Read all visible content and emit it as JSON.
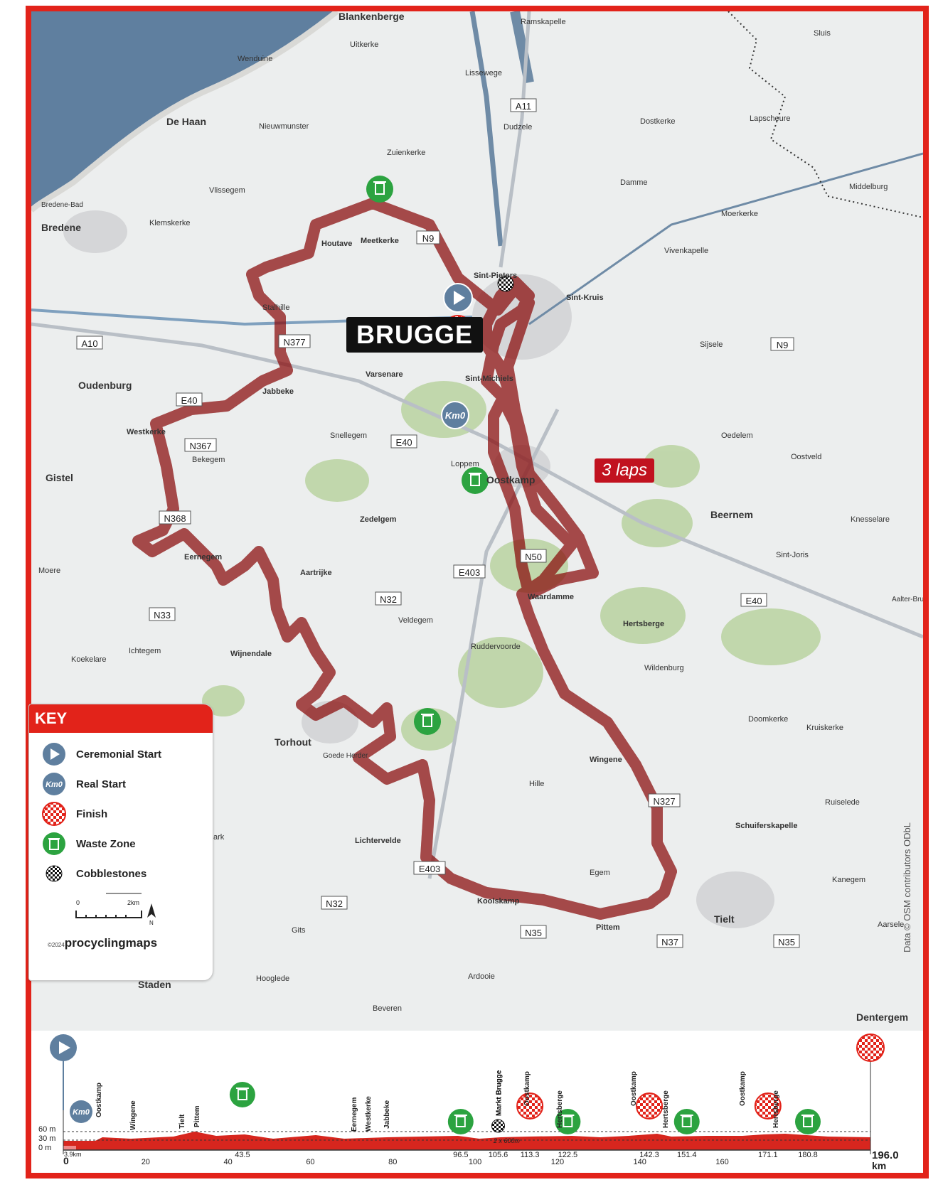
{
  "map": {
    "title": "BRUGGE",
    "laps_label": "3 laps",
    "credit": "Data © OSM contributors ODbL",
    "places": [
      {
        "id": "blankenberge",
        "label": "Blankenberge"
      },
      {
        "id": "ramskapelle",
        "label": "Ramskapelle"
      },
      {
        "id": "uitkerke",
        "label": "Uitkerke"
      },
      {
        "id": "sluis",
        "label": "Sluis"
      },
      {
        "id": "wenduine",
        "label": "Wenduine"
      },
      {
        "id": "lissewege",
        "label": "Lissewege"
      },
      {
        "id": "dehaan",
        "label": "De Haan"
      },
      {
        "id": "nieuwmunster",
        "label": "Nieuwmunster"
      },
      {
        "id": "dudzele",
        "label": "Dudzele"
      },
      {
        "id": "dostkerke",
        "label": "Dostkerke"
      },
      {
        "id": "lapscheure",
        "label": "Lapscheure"
      },
      {
        "id": "zuienkerke",
        "label": "Zuienkerke"
      },
      {
        "id": "damme",
        "label": "Damme"
      },
      {
        "id": "vlissegem",
        "label": "Vlissegem"
      },
      {
        "id": "middelburg",
        "label": "Middelburg"
      },
      {
        "id": "bredenebad",
        "label": "Bredene-Bad"
      },
      {
        "id": "bredene",
        "label": "Bredene"
      },
      {
        "id": "klemskerke",
        "label": "Klemskerke"
      },
      {
        "id": "moerkerke",
        "label": "Moerkerke"
      },
      {
        "id": "houtave",
        "label": "Houtave"
      },
      {
        "id": "meetkerke",
        "label": "Meetkerke"
      },
      {
        "id": "vivenkapelle",
        "label": "Vivenkapelle"
      },
      {
        "id": "sintpieters",
        "label": "Sint-Pieters"
      },
      {
        "id": "sintkruis",
        "label": "Sint-Kruis"
      },
      {
        "id": "stalhille",
        "label": "Stalhille"
      },
      {
        "id": "sijsele",
        "label": "Sijsele"
      },
      {
        "id": "varsenare",
        "label": "Varsenare"
      },
      {
        "id": "sintmichiels",
        "label": "Sint-Michiels"
      },
      {
        "id": "oudenburg",
        "label": "Oudenburg"
      },
      {
        "id": "jabbeke",
        "label": "Jabbeke"
      },
      {
        "id": "westkerke",
        "label": "Westkerke"
      },
      {
        "id": "snellegem",
        "label": "Snellegem"
      },
      {
        "id": "oedelem",
        "label": "Oedelem"
      },
      {
        "id": "bekegem",
        "label": "Bekegem"
      },
      {
        "id": "loppem",
        "label": "Loppem"
      },
      {
        "id": "oostveld",
        "label": "Oostveld"
      },
      {
        "id": "gistel",
        "label": "Gistel"
      },
      {
        "id": "oostkamp",
        "label": "Oostkamp"
      },
      {
        "id": "beernem",
        "label": "Beernem"
      },
      {
        "id": "knesselare",
        "label": "Knesselare"
      },
      {
        "id": "zedelgem",
        "label": "Zedelgem"
      },
      {
        "id": "moere",
        "label": "Moere"
      },
      {
        "id": "eernegem",
        "label": "Eernegem"
      },
      {
        "id": "aartrijke",
        "label": "Aartrijke"
      },
      {
        "id": "sintjoris",
        "label": "Sint-Joris"
      },
      {
        "id": "waardamme",
        "label": "Waardamme"
      },
      {
        "id": "aalterbrug",
        "label": "Aalter-Brug"
      },
      {
        "id": "veldegem",
        "label": "Veldegem"
      },
      {
        "id": "hertsberge",
        "label": "Hertsberge"
      },
      {
        "id": "ruddervoorde",
        "label": "Ruddervoorde"
      },
      {
        "id": "ichtegem",
        "label": "Ichtegem"
      },
      {
        "id": "wijnendale",
        "label": "Wijnendale"
      },
      {
        "id": "koekelare",
        "label": "Koekelare"
      },
      {
        "id": "wildenburg",
        "label": "Wildenburg"
      },
      {
        "id": "doomkerke",
        "label": "Doomkerke"
      },
      {
        "id": "kruiskerke",
        "label": "Kruiskerke"
      },
      {
        "id": "torhout",
        "label": "Torhout"
      },
      {
        "id": "goedeherder",
        "label": "Goede Herder"
      },
      {
        "id": "wingene",
        "label": "Wingene"
      },
      {
        "id": "hille",
        "label": "Hille"
      },
      {
        "id": "ruiselede",
        "label": "Ruiselede"
      },
      {
        "id": "lichtervelde",
        "label": "Lichtervelde"
      },
      {
        "id": "schuiferskapelle",
        "label": "Schuiferskapelle"
      },
      {
        "id": "egem",
        "label": "Egem"
      },
      {
        "id": "kanegem",
        "label": "Kanegem"
      },
      {
        "id": "koolskamp",
        "label": "Koolskamp"
      },
      {
        "id": "tielt",
        "label": "Tielt"
      },
      {
        "id": "aarsele",
        "label": "Aarsele"
      },
      {
        "id": "pittem",
        "label": "Pittem"
      },
      {
        "id": "gits",
        "label": "Gits"
      },
      {
        "id": "ardooie",
        "label": "Ardooie"
      },
      {
        "id": "staden",
        "label": "Staden"
      },
      {
        "id": "hooglede",
        "label": "Hooglede"
      },
      {
        "id": "beveren",
        "label": "Beveren"
      },
      {
        "id": "dentergem",
        "label": "Dentergem"
      },
      {
        "id": "ark",
        "label": "ark"
      }
    ],
    "roads": [
      {
        "id": "a11",
        "label": "A11"
      },
      {
        "id": "n9a",
        "label": "N9"
      },
      {
        "id": "n9b",
        "label": "N9"
      },
      {
        "id": "a10",
        "label": "A10"
      },
      {
        "id": "n377",
        "label": "N377"
      },
      {
        "id": "e40a",
        "label": "E40"
      },
      {
        "id": "e40b",
        "label": "E40"
      },
      {
        "id": "e40c",
        "label": "E40"
      },
      {
        "id": "n367",
        "label": "N367"
      },
      {
        "id": "n368",
        "label": "N368"
      },
      {
        "id": "n50",
        "label": "N50"
      },
      {
        "id": "e403a",
        "label": "E403"
      },
      {
        "id": "e403b",
        "label": "E403"
      },
      {
        "id": "n32a",
        "label": "N32"
      },
      {
        "id": "n32b",
        "label": "N32"
      },
      {
        "id": "n33",
        "label": "N33"
      },
      {
        "id": "n327",
        "label": "N327"
      },
      {
        "id": "n35a",
        "label": "N35"
      },
      {
        "id": "n35b",
        "label": "N35"
      },
      {
        "id": "n37",
        "label": "N37"
      }
    ]
  },
  "key": {
    "title": "KEY",
    "items": [
      {
        "id": "ceremonial-start",
        "label": "Ceremonial Start"
      },
      {
        "id": "real-start",
        "label": "Real Start",
        "icon_text": "Km0"
      },
      {
        "id": "finish",
        "label": "Finish"
      },
      {
        "id": "waste-zone",
        "label": "Waste Zone"
      },
      {
        "id": "cobblestones",
        "label": "Cobblestones"
      }
    ],
    "scale": {
      "zero": "0",
      "end": "2km",
      "north": "N"
    },
    "brand_year": "©2024",
    "brand": "procyclingmaps"
  },
  "profile": {
    "km0_label": "Km0",
    "neutral_label": "3.9km",
    "elevation_ticks": [
      "60 m",
      "30 m",
      "0 m"
    ],
    "km_axis": [
      "0",
      "20",
      "40",
      "60",
      "80",
      "100",
      "120",
      "140",
      "160"
    ],
    "total_distance": "196.0",
    "distance_unit": "km",
    "cobble_note": "2 x 600m",
    "markers": [
      {
        "type": "waste",
        "km": "43.5"
      },
      {
        "type": "waste",
        "km": "96.5"
      },
      {
        "type": "cobbles",
        "km": "105.6",
        "label": "Markt Brugge"
      },
      {
        "type": "finish",
        "km": "113.3"
      },
      {
        "type": "waste",
        "km": "122.5"
      },
      {
        "type": "finish",
        "km": "142.3"
      },
      {
        "type": "waste",
        "km": "151.4"
      },
      {
        "type": "finish",
        "km": "171.1"
      },
      {
        "type": "waste",
        "km": "180.8"
      }
    ],
    "place_labels": [
      "Oostkamp",
      "Wingene",
      "Tielt",
      "Pittem",
      "Eernegem",
      "Westkerke",
      "Jabbeke",
      "Oostkamp",
      "Hertsberge",
      "Oostkamp",
      "Hertsberge",
      "Oostkamp",
      "Hertsberge"
    ],
    "colors": {
      "route": "#d7261e",
      "frame": "#e2231a",
      "icon_blue": "#5f7f9f",
      "waste_green": "#2ca340"
    }
  }
}
